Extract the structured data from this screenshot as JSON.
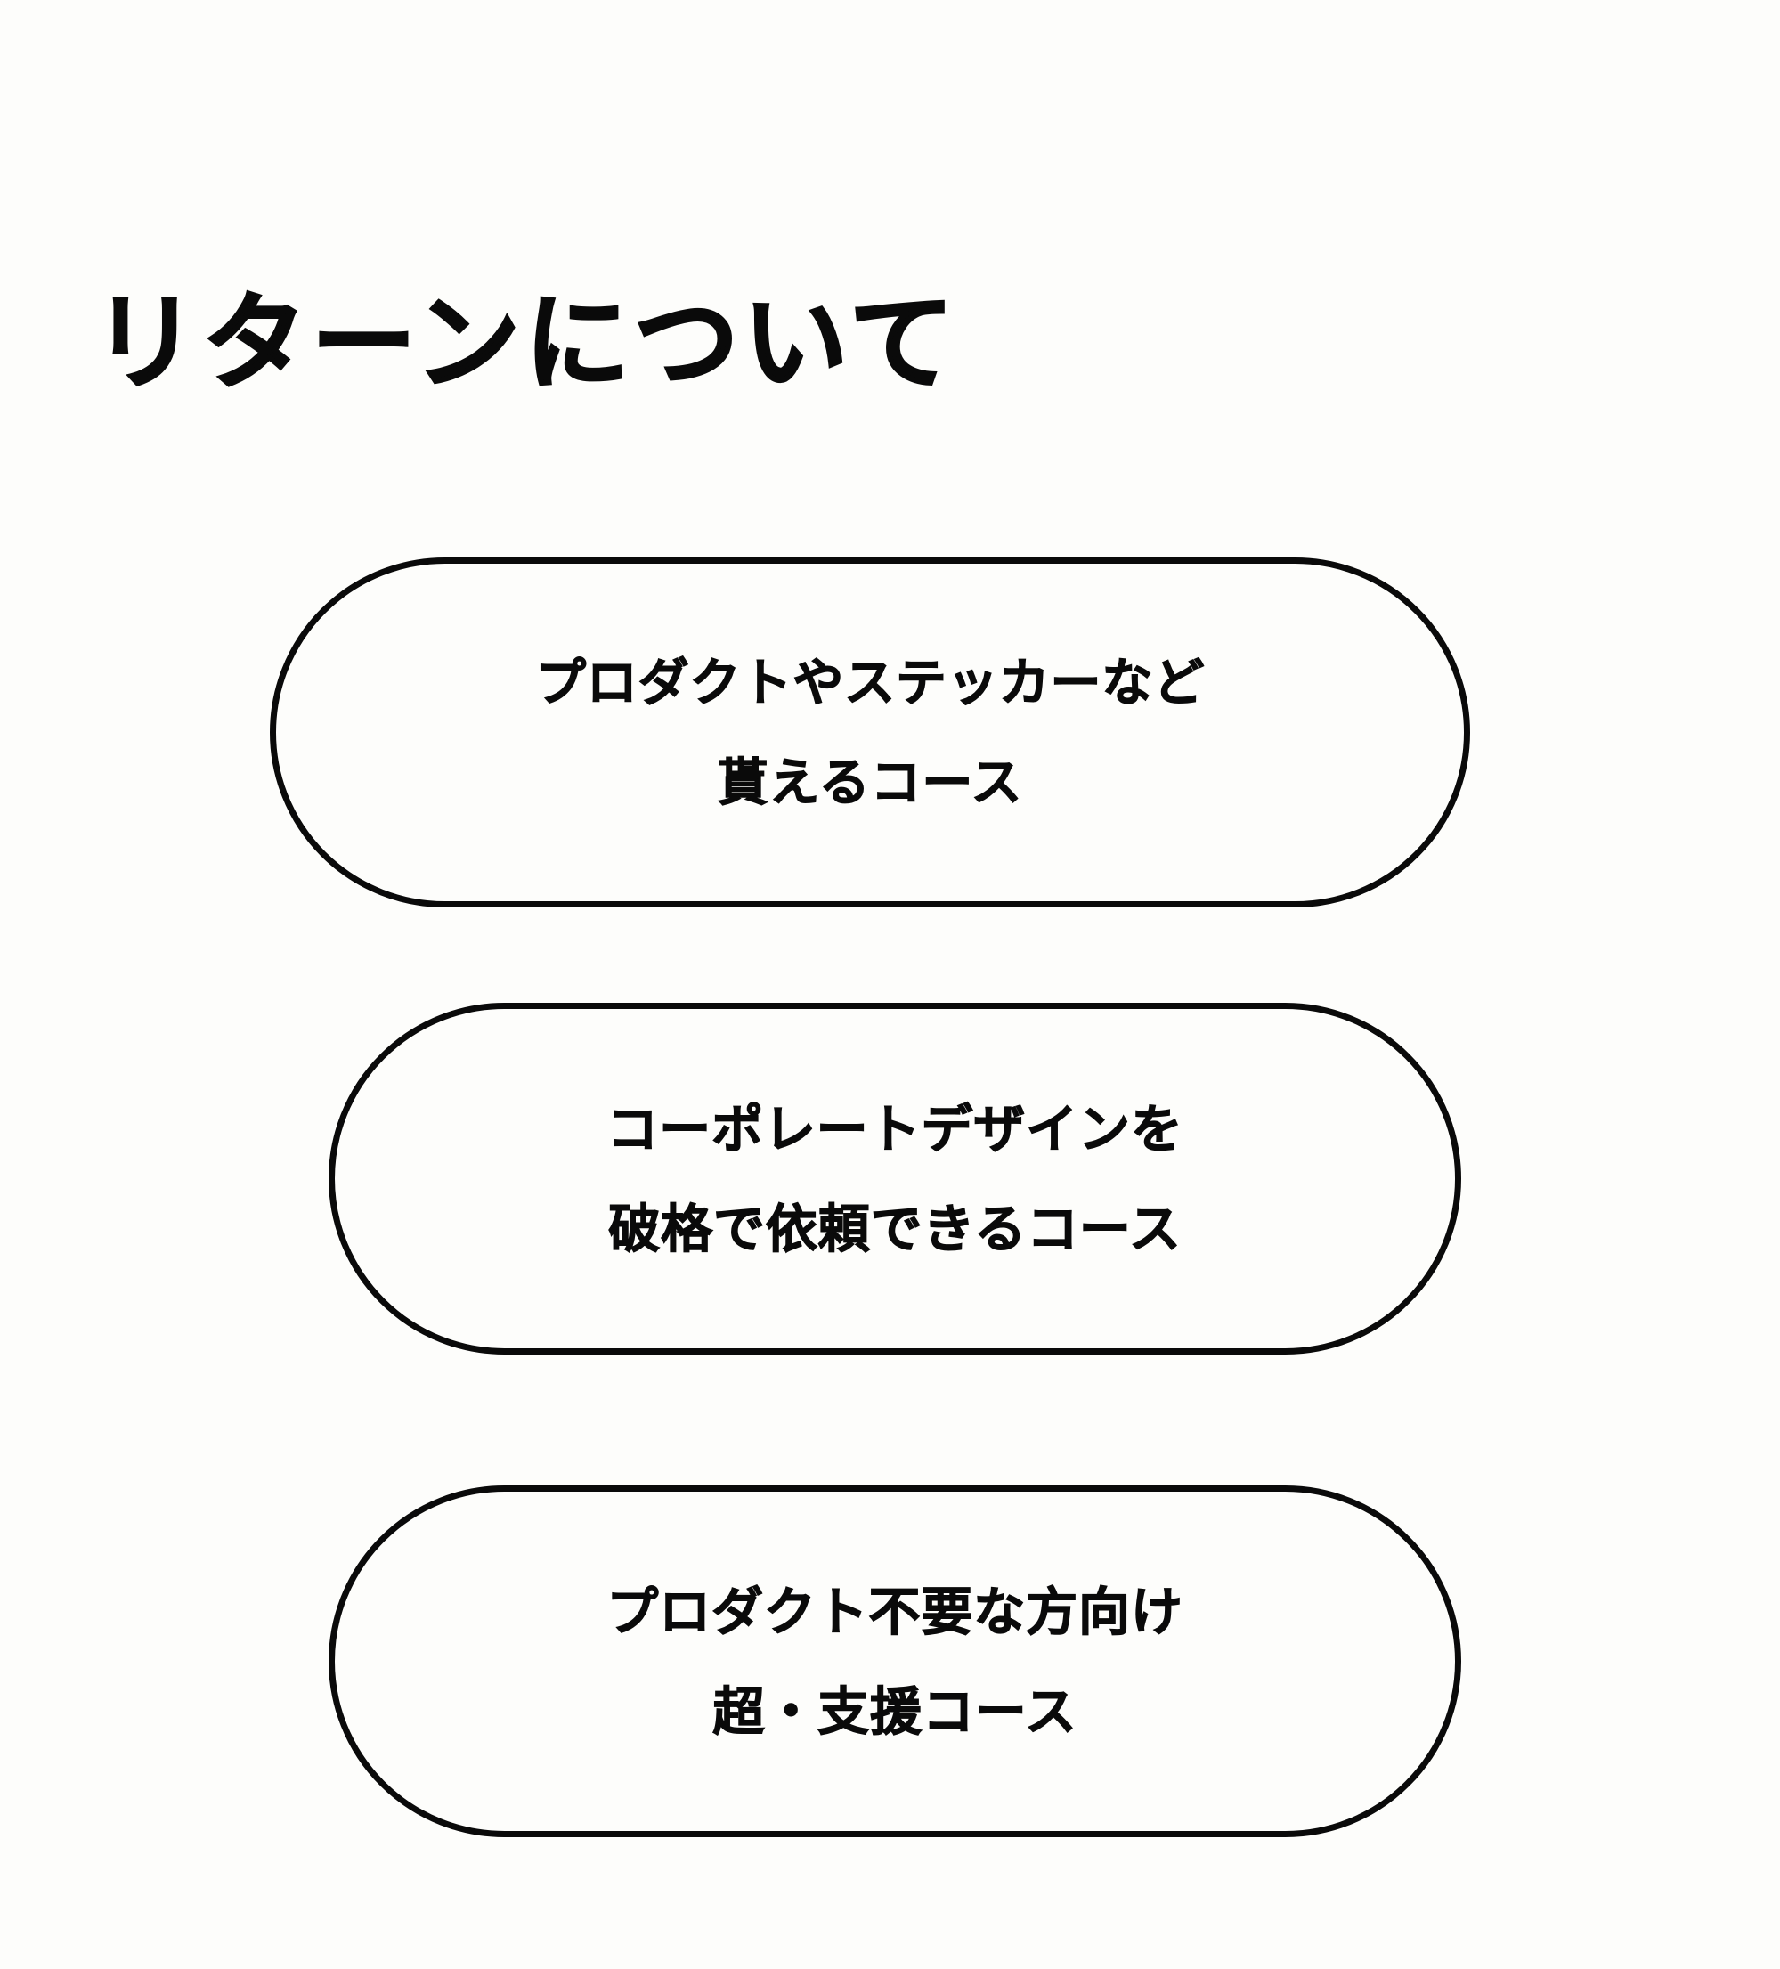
{
  "page": {
    "background_color": "#fdfdfb",
    "text_color": "#0a0a0a",
    "border_color": "#0a0a0a"
  },
  "header": {
    "title": "リターンについて"
  },
  "main": {
    "courses": [
      {
        "name": "product-sticker-course",
        "line1": "プロダクトやステッカーなど",
        "line2": "貰えるコース"
      },
      {
        "name": "corporate-design-course",
        "line1": "コーポレートデザインを",
        "line2": "破格で依頼できるコース"
      },
      {
        "name": "super-support-course",
        "line1": "プロダクト不要な方向け",
        "line2": "超・支援コース"
      }
    ]
  }
}
